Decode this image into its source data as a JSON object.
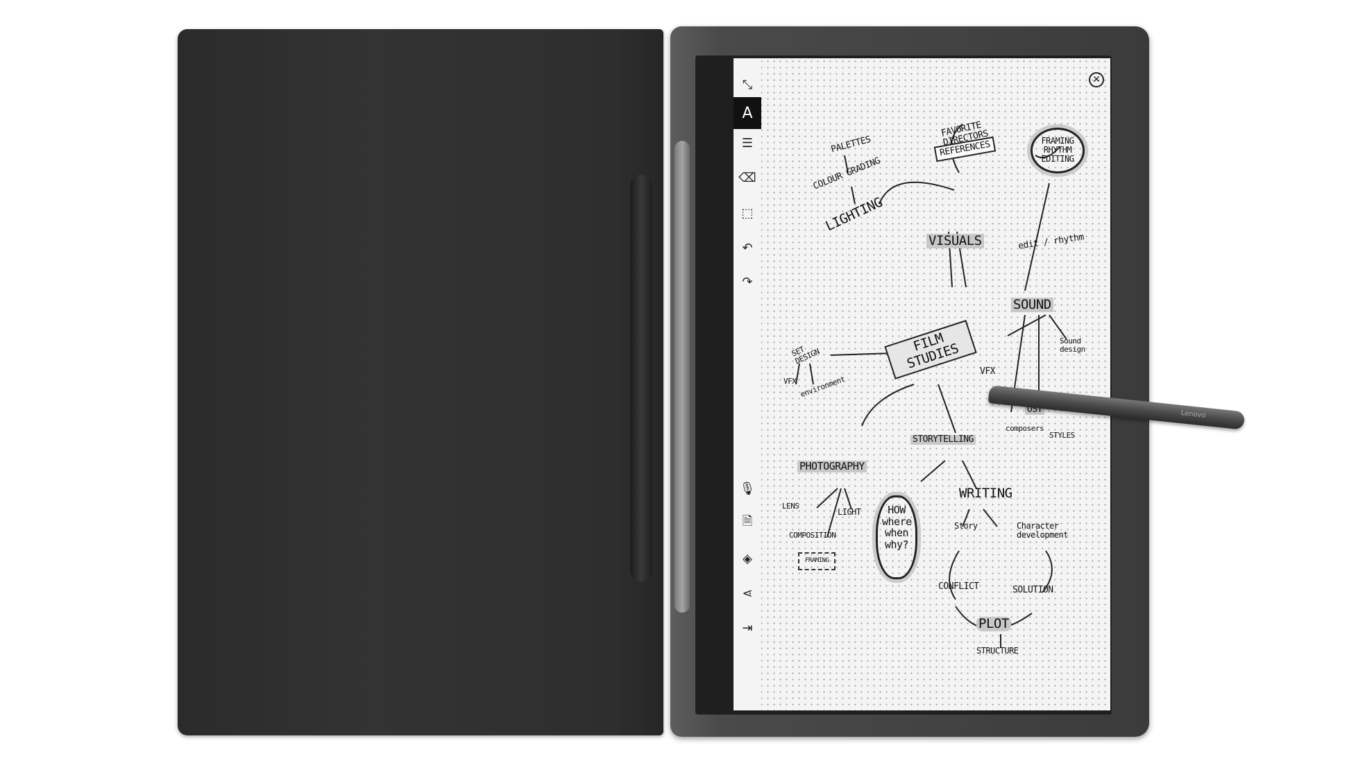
{
  "toolbar": {
    "items": [
      {
        "name": "expand-icon",
        "glyph": "⤡"
      },
      {
        "name": "text-tool-icon",
        "glyph": "A",
        "selected": true
      },
      {
        "name": "menu-icon",
        "glyph": "☰"
      },
      {
        "name": "eraser-icon",
        "glyph": "⌫"
      },
      {
        "name": "lasso-select-icon",
        "glyph": "⬚"
      },
      {
        "name": "undo-icon",
        "glyph": "↶"
      },
      {
        "name": "redo-icon",
        "glyph": "↷"
      },
      {
        "name": "microphone-icon",
        "glyph": "🎙"
      },
      {
        "name": "document-icon",
        "glyph": "🗎"
      },
      {
        "name": "layers-icon",
        "glyph": "◈"
      },
      {
        "name": "share-icon",
        "glyph": "⋖"
      },
      {
        "name": "export-icon",
        "glyph": "⇥"
      }
    ]
  },
  "close_glyph": "✕",
  "mindmap": {
    "palettes": "PALETTES",
    "colour_grading": "COLOUR GRADING",
    "lighting": "LIGHTING",
    "favorite_directors": "FAVORITE DIRECTORS",
    "references": "REFERENCES",
    "framing_rhythm_editing": "FRAMING RHYTHM EDITING",
    "visuals": "VISUALS",
    "edit_rhythm": "edit / rhythm",
    "sound": "SOUND",
    "sound_design": "Sound design",
    "film_studies": "FILM STUDIES",
    "set_design": "SET DESIGN",
    "vfx_left": "VFX",
    "environment": "environment",
    "vfx_right": "VFX",
    "ost": "OST",
    "composers": "composers",
    "styles": "STYLES",
    "photography": "PHOTOGRAPHY",
    "storytelling": "STORYTELLING",
    "how_where_when_why": "HOW where when why?",
    "lens": "LENS",
    "light": "LIGHT",
    "composition": "COMPOSITION",
    "framing": "FRAMING",
    "writing": "WRITING",
    "story": "Story",
    "character_development": "Character development",
    "conflict": "CONFLICT",
    "solution": "SOLUTION",
    "plot": "PLOT",
    "structure": "STRUCTURE"
  },
  "pen": {
    "logo": "Lenovo"
  },
  "colors": {
    "cover": "#2e2e2e",
    "tablet_body": "#4a4a4a",
    "screen": "#f4f4f4",
    "ink": "#111111"
  }
}
